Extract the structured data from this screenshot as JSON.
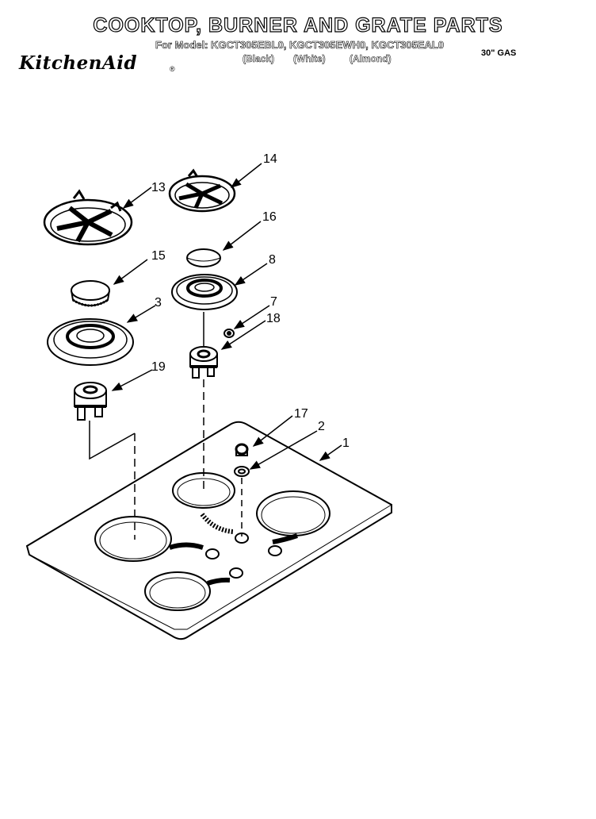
{
  "header": {
    "title": "COOKTOP, BURNER AND GRATE PARTS",
    "models": "For Model: KGCT305EBL0, KGCT305EWH0, KGCT305EAL0",
    "color_black": "(Black)",
    "color_white": "(White)",
    "color_almond": "(Almond)",
    "brand": "KitchenAid",
    "registered": "®",
    "product": "30\" GAS"
  },
  "callouts": {
    "c14": "14",
    "c13": "13",
    "c16": "16",
    "c15": "15",
    "c8": "8",
    "c3": "3",
    "c7": "7",
    "c18": "18",
    "c19": "19",
    "c17": "17",
    "c2": "2",
    "c1": "1"
  }
}
